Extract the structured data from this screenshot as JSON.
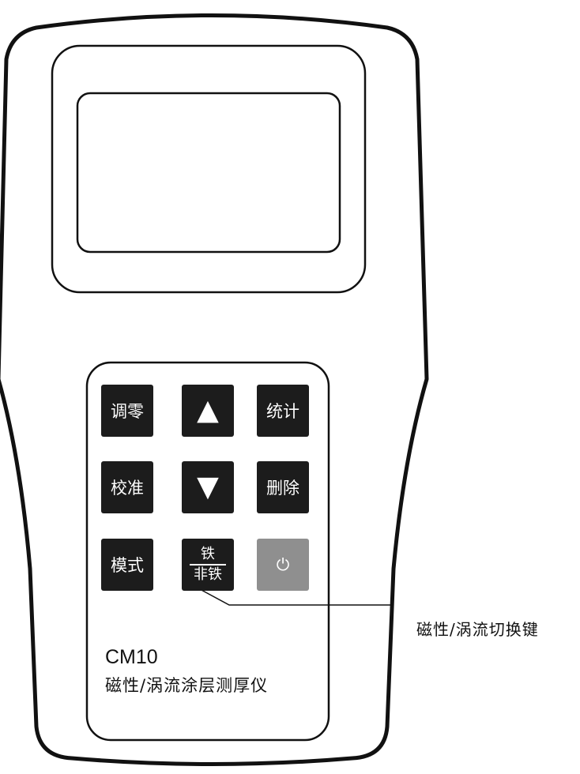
{
  "keys": {
    "zero": "调零",
    "up": "▲",
    "stats": "统计",
    "calibrate": "校准",
    "down": "▼",
    "delete": "删除",
    "mode": "模式",
    "fe_top": "铁",
    "fe_bottom": "非铁",
    "power": "⏻"
  },
  "label": {
    "model": "CM10",
    "product_name": "磁性/涡流涂层测厚仪"
  },
  "callout": {
    "text": "磁性/涡流切换键"
  },
  "colors": {
    "key_fill": "#1c1c1c",
    "power_key_fill": "#8f8f8f",
    "outline": "#111111"
  }
}
